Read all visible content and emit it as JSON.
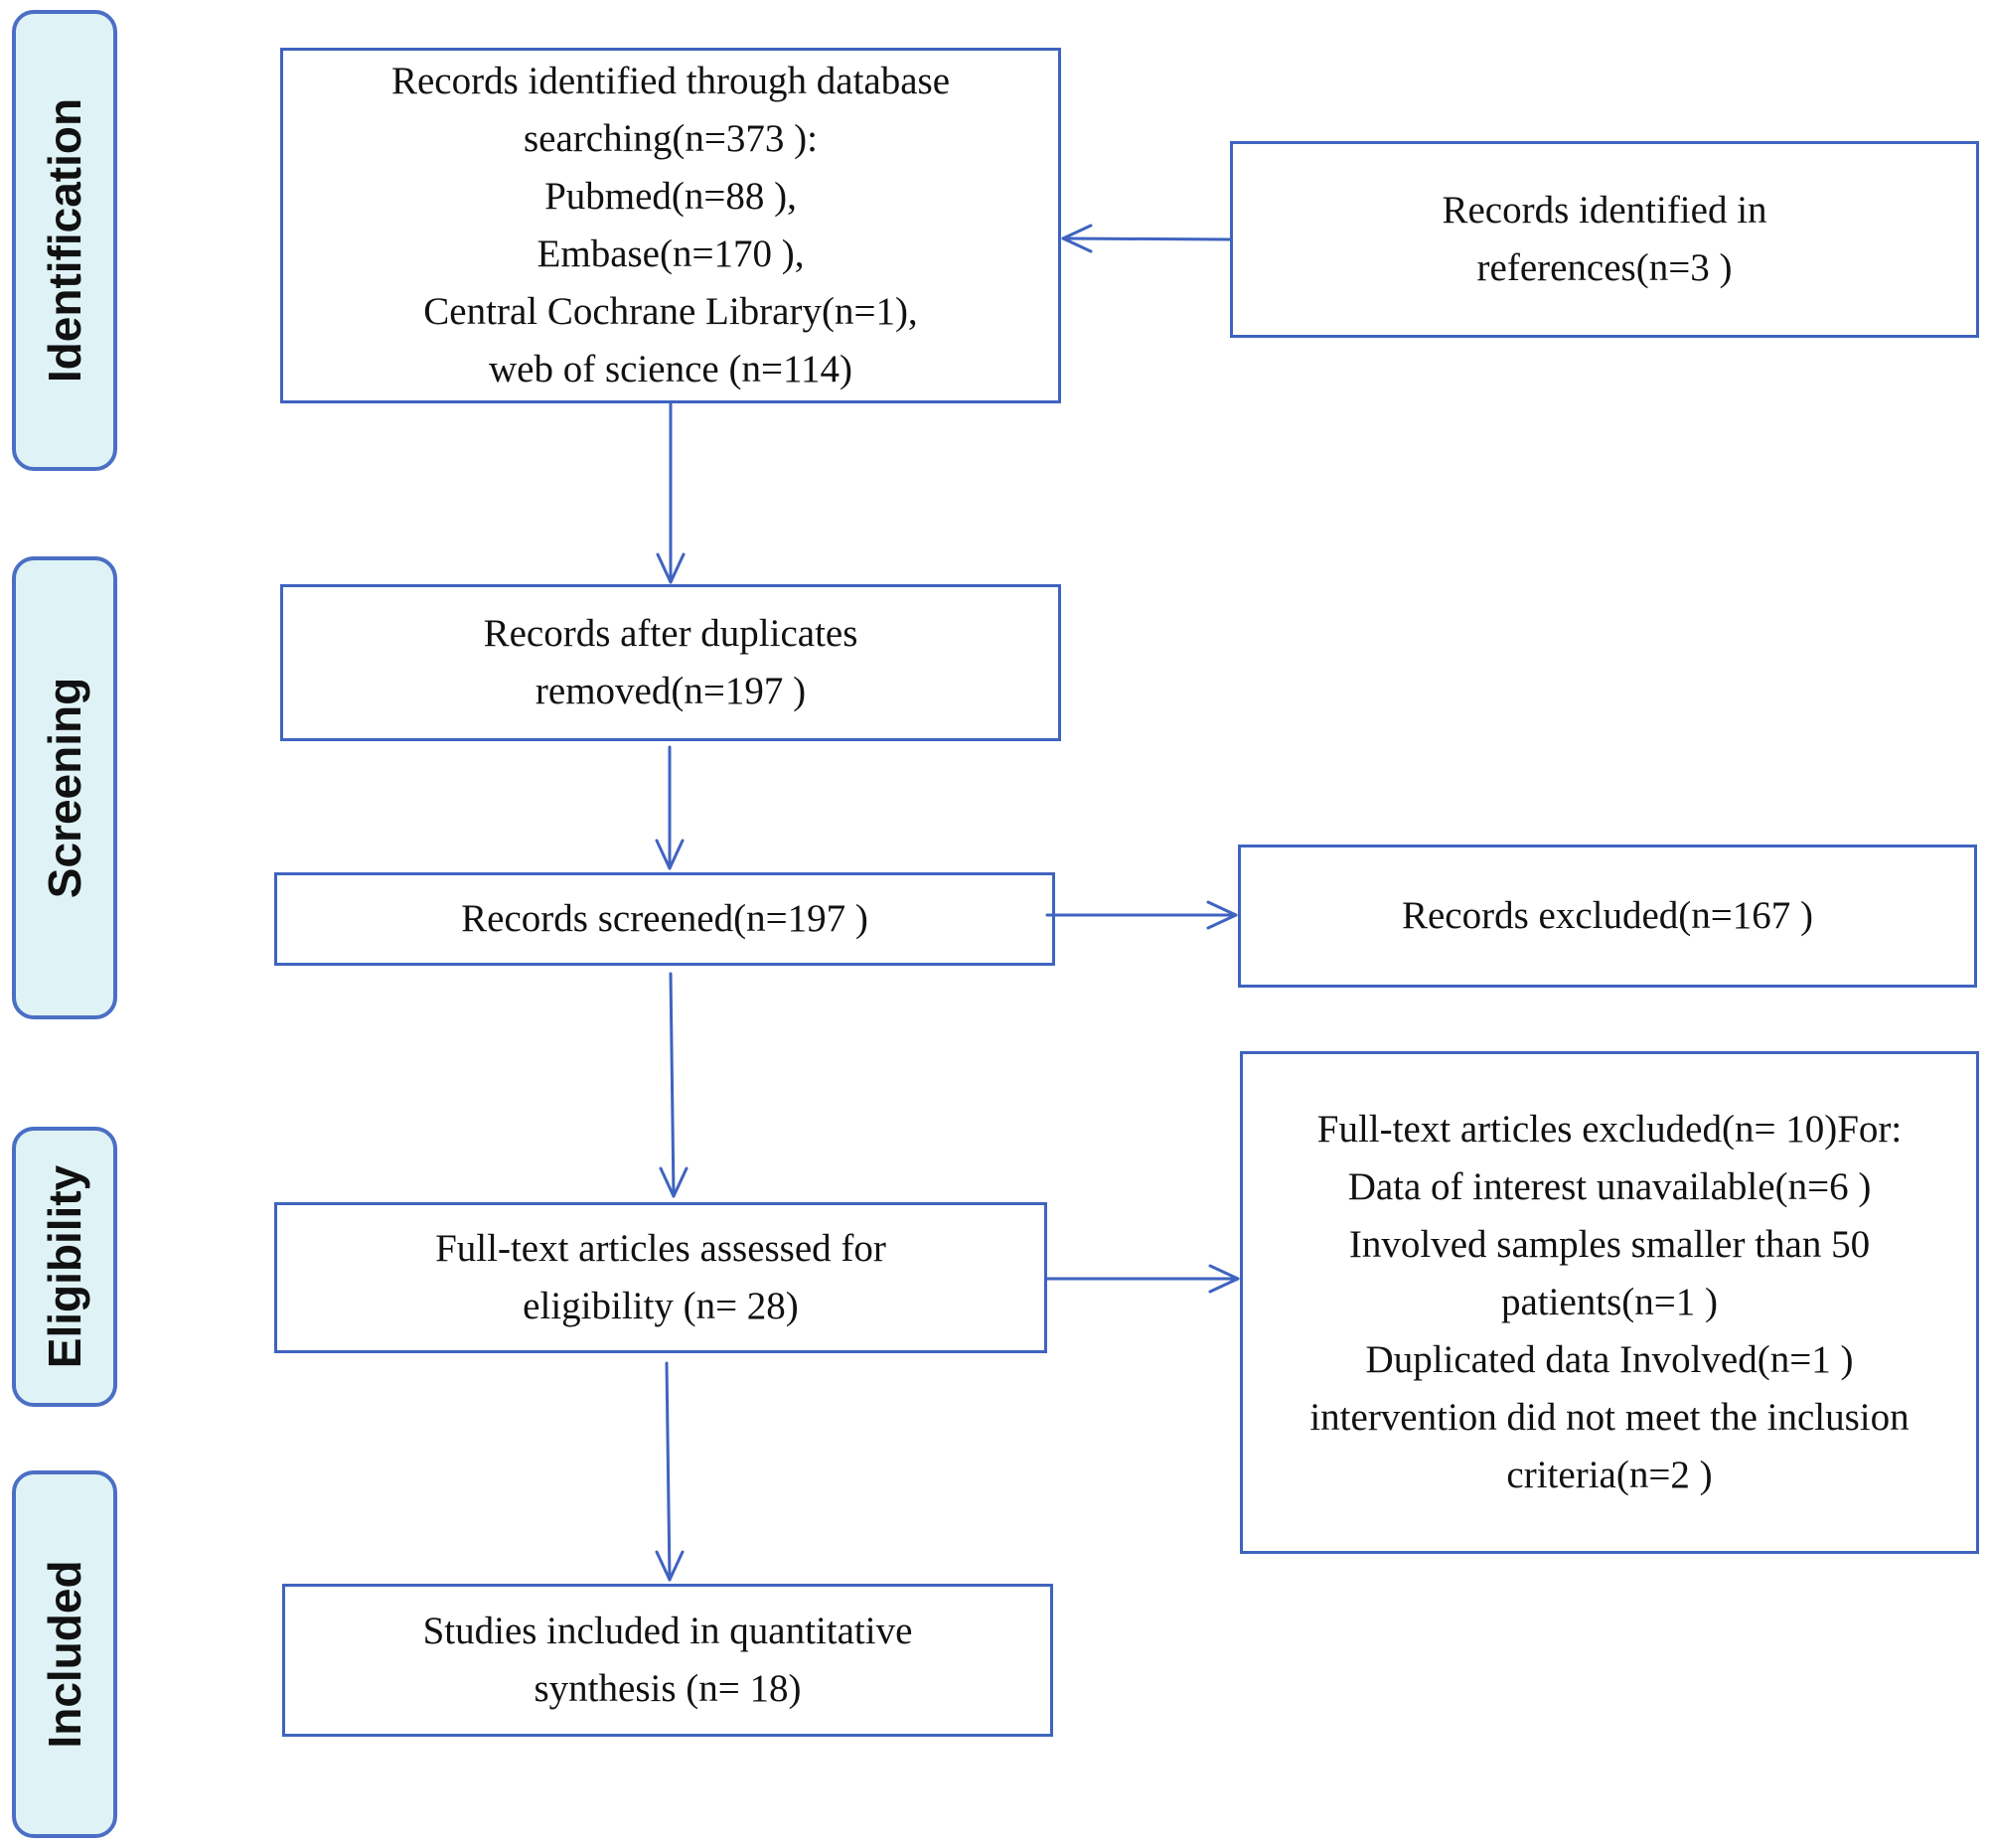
{
  "phases": {
    "identification": "Identification",
    "screening": "Screening",
    "eligibility": "Eligibility",
    "included": "Included"
  },
  "boxes": {
    "database_search": {
      "lines": [
        "Records identified through database",
        "searching(n=373 ):",
        "Pubmed(n=88 ),",
        "Embase(n=170 ),",
        "Central Cochrane Library(n=1),",
        "web of science  (n=114)"
      ]
    },
    "references": {
      "lines": [
        "Records identified in",
        "references(n=3 )"
      ]
    },
    "after_duplicates": {
      "lines": [
        "Records after duplicates",
        "removed(n=197 )"
      ]
    },
    "screened": {
      "lines": [
        "Records screened(n=197 )"
      ]
    },
    "excluded": {
      "lines": [
        "Records excluded(n=167 )"
      ]
    },
    "fulltext_assessed": {
      "lines": [
        "Full-text articles assessed for",
        "eligibility (n= 28)"
      ]
    },
    "fulltext_excluded": {
      "lines": [
        "Full-text articles excluded(n= 10)For:",
        "Data of interest unavailable(n=6 )",
        "Involved samples smaller than 50",
        "patients(n=1 )",
        "Duplicated data Involved(n=1 )",
        "intervention did not meet the inclusion",
        "criteria(n=2 )"
      ]
    },
    "included_studies": {
      "lines": [
        "Studies included in quantitative",
        "synthesis (n= 18)"
      ]
    }
  },
  "colors": {
    "box_border": "#3f63c0",
    "arrow": "#3f63c0",
    "phase_fill": "#dff3f6",
    "phase_border": "#4a6fc4"
  }
}
